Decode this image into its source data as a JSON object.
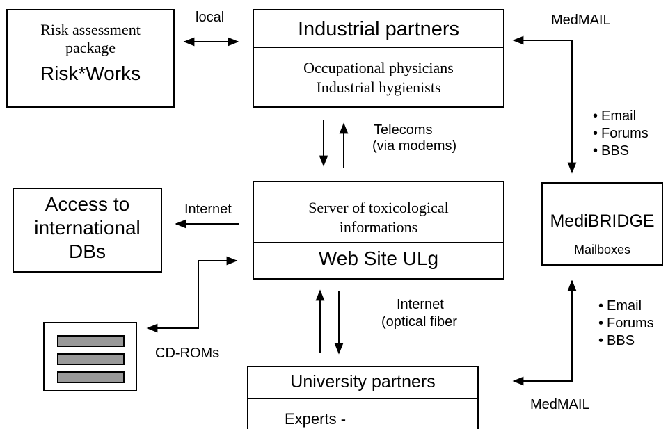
{
  "risk_box": {
    "line1": "Risk assessment",
    "line2": "package",
    "product": "Risk*Works"
  },
  "industrial_box": {
    "title": "Industrial partners",
    "line1": "Occupational physicians",
    "line2": "Industrial hygienists"
  },
  "server_box": {
    "line1": "Server of toxicological",
    "line2": "informations",
    "site": "Web Site ULg"
  },
  "access_box": {
    "line1": "Access to",
    "line2": "international",
    "line3": "DBs"
  },
  "medibridge_box": {
    "title": "MediBRIDGE",
    "subtitle": "Mailboxes"
  },
  "university_box": {
    "title": "University partners",
    "line1": "Experts -"
  },
  "labels": {
    "local": "local",
    "medmail_top": "MedMAIL",
    "telecoms_1": "Telecoms",
    "telecoms_2": "(via modems)",
    "internet_left": "Internet",
    "internet_mid_1": "Internet",
    "internet_mid_2": "(optical fiber",
    "cdroms": "CD-ROMs",
    "medmail_bottom": "MedMAIL"
  },
  "services_top": [
    "Email",
    "Forums",
    "BBS"
  ],
  "services_bottom": [
    "Email",
    "Forums",
    "BBS"
  ]
}
